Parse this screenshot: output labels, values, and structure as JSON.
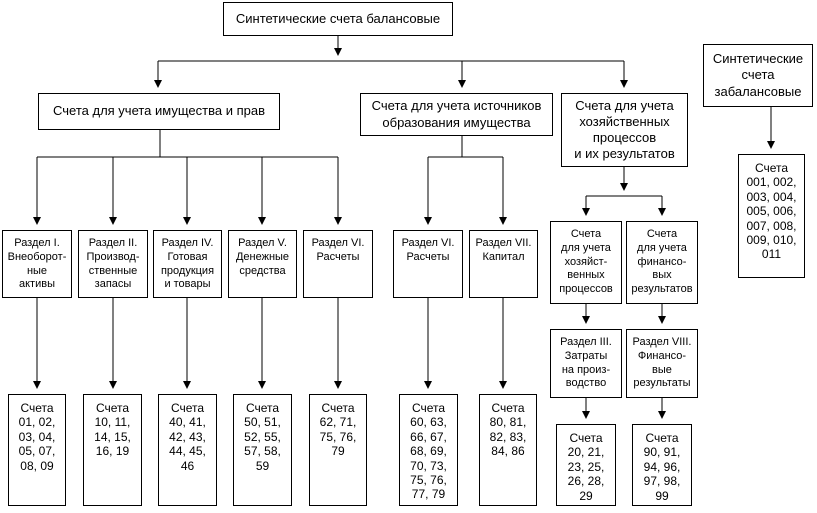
{
  "boxes": {
    "root": "Синтетические счета балансовые",
    "offbal": "Синтетические\nсчета\nзабалансовые",
    "offbal_acc": "Счета\n001, 002,\n003, 004,\n005, 006,\n007, 008,\n009, 010,\n011",
    "property": "Счета для учета имущества и прав",
    "sources": "Счета для учета источников\nобразования имущества",
    "processes": "Счета для учета\nхозяйственных\nпроцессов\nи их результатов",
    "sec1": "Раздел I.\nВнеоборот-\nные\nактивы",
    "sec2": "Раздел II.\nПроизвод-\nственные\nзапасы",
    "sec4": "Раздел IV.\nГотовая\nпродукция\nи товары",
    "sec5": "Раздел V.\nДенежные\nсредства",
    "sec6a": "Раздел VI.\nРасчеты",
    "sec6b": "Раздел VI.\nРасчеты",
    "sec7": "Раздел VII.\nКапитал",
    "proc_econ": "Счета\nдля учета\nхозяйст-\nвенных\nпроцессов",
    "proc_fin": "Счета\nдля учета\nфинансо-\nвых\nрезультатов",
    "sec3": "Раздел III.\nЗатраты\nна произ-\nводство",
    "sec8": "Раздел VIII.\nФинансо-\nвые\nрезультаты",
    "acc1": "Счета\n01, 02,\n03, 04,\n05, 07,\n08, 09",
    "acc2": "Счета\n10, 11,\n14, 15,\n16, 19",
    "acc4": "Счета\n40, 41,\n42, 43,\n44, 45,\n46",
    "acc5": "Счета\n50, 51,\n52, 55,\n57, 58,\n59",
    "acc6a": "Счета\n62, 71,\n75, 76,\n79",
    "acc6b": "Счета\n60, 63,\n66, 67,\n68, 69,\n70, 73,\n75, 76,\n77, 79",
    "acc7": "Счета\n80, 81,\n82, 83,\n84, 86",
    "acc3": "Счета\n20, 21,\n23, 25,\n26, 28,\n29",
    "acc8": "Счета\n90, 91,\n94, 96,\n97, 98,\n99"
  }
}
